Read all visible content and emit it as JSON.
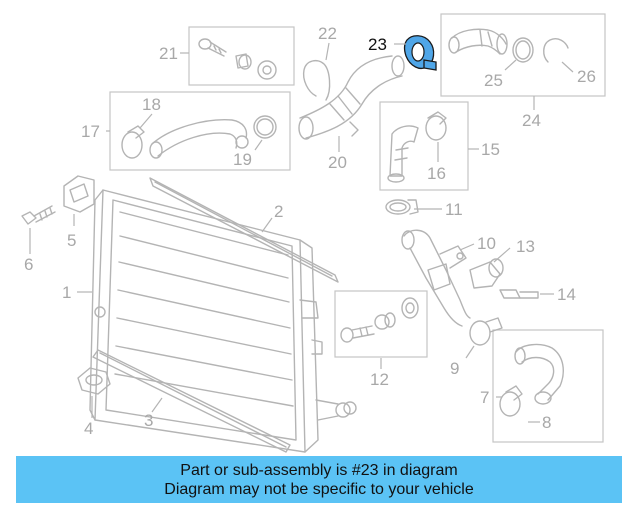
{
  "callouts": {
    "n1": "1",
    "n2": "2",
    "n3": "3",
    "n4": "4",
    "n5": "5",
    "n6": "6",
    "n7": "7",
    "n8": "8",
    "n9": "9",
    "n10": "10",
    "n11": "11",
    "n12": "12",
    "n13": "13",
    "n14": "14",
    "n15": "15",
    "n16": "16",
    "n17": "17",
    "n18": "18",
    "n19": "19",
    "n20": "20",
    "n21": "21",
    "n22": "22",
    "n23": "23",
    "n24": "24",
    "n25": "25",
    "n26": "26"
  },
  "highlight": {
    "part": "23",
    "color": "#4fa6e8"
  },
  "banner": {
    "line1": "Part or sub-assembly is #23 in diagram",
    "line2": "Diagram may not be specific to your vehicle",
    "background": "#5bc3f5"
  }
}
